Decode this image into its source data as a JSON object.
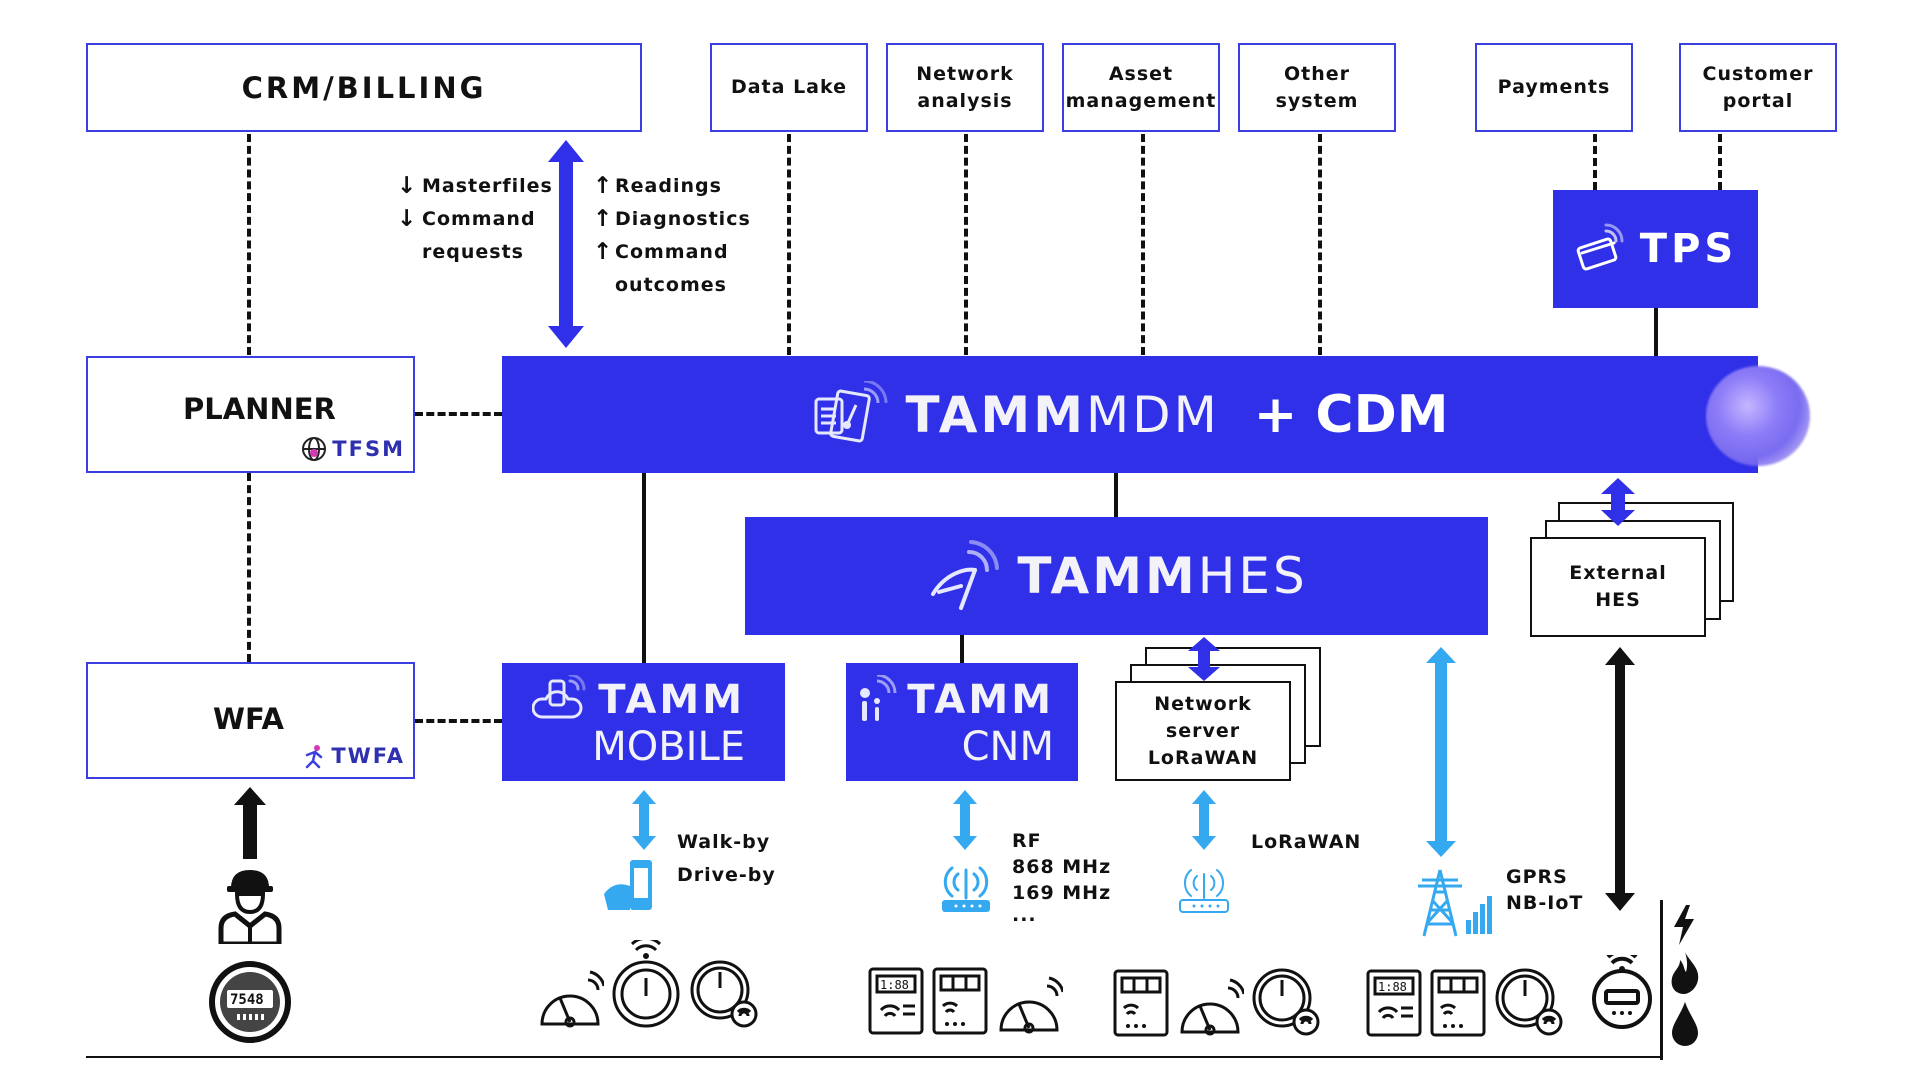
{
  "top_systems": {
    "crm": "CRM/BILLING",
    "data_lake": "Data Lake",
    "network_analysis": [
      "Network",
      "analysis"
    ],
    "asset_management": [
      "Asset",
      "management"
    ],
    "other_system": [
      "Other",
      "system"
    ],
    "payments": "Payments",
    "customer_portal": [
      "Customer",
      "portal"
    ]
  },
  "flows": {
    "down": [
      "Masterfiles",
      "Command",
      "requests"
    ],
    "up": [
      "Readings",
      "Diagnostics",
      "Command",
      "outcomes"
    ]
  },
  "tps": {
    "label": "TPS"
  },
  "planner": {
    "title": "PLANNER",
    "badge": "TFSM"
  },
  "wfa": {
    "title": "WFA",
    "badge": "TWFA"
  },
  "mdm": {
    "brand": "TAMM",
    "product": "MDM",
    "extra": "+ CDM"
  },
  "hes": {
    "brand": "TAMM",
    "product": "HES"
  },
  "external_hes": {
    "lines": [
      "External",
      "HES"
    ]
  },
  "mobile": {
    "brand": "TAMM",
    "product": "MOBILE"
  },
  "cnm": {
    "brand": "TAMM",
    "product": "CNM"
  },
  "network_server": {
    "lines": [
      "Network",
      "server",
      "LoRaWAN"
    ]
  },
  "channels": {
    "mobile": [
      "Walk-by",
      "Drive-by"
    ],
    "rf": [
      "RF",
      "868 MHz",
      "169 MHz",
      "..."
    ],
    "lorawan": [
      "LoRaWAN"
    ],
    "cellular": [
      "GPRS",
      "NB-IoT"
    ]
  },
  "colors": {
    "brand_blue": "#2f30e8",
    "accent_light_blue": "#35a9f0",
    "box_border": "#3b3fe0"
  }
}
